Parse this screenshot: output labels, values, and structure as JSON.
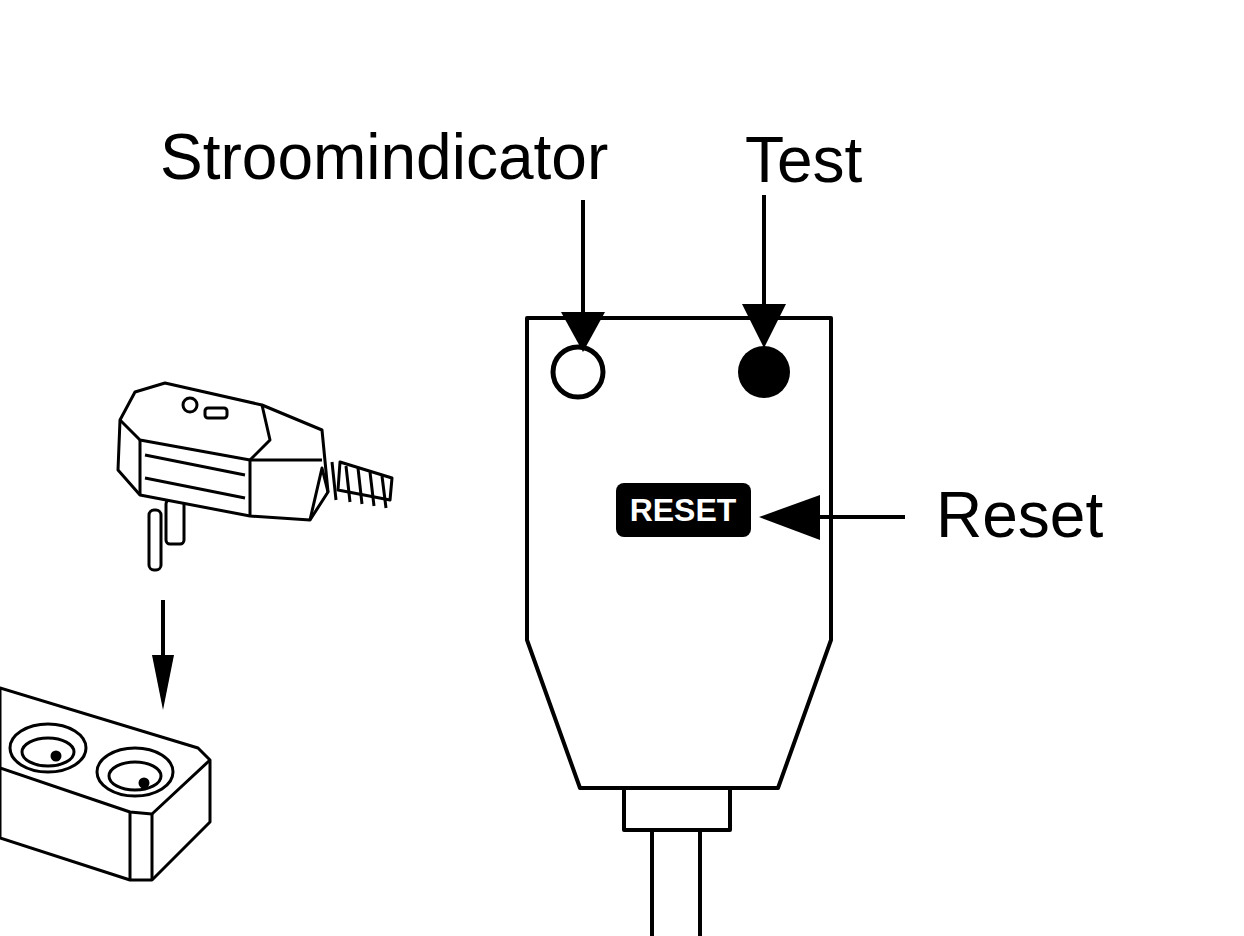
{
  "diagram": {
    "nodes": [
      {
        "text": [
          "RESET"
        ]
      }
    ],
    "labels": [
      "Stroomindicator",
      "Test",
      "Reset"
    ]
  }
}
